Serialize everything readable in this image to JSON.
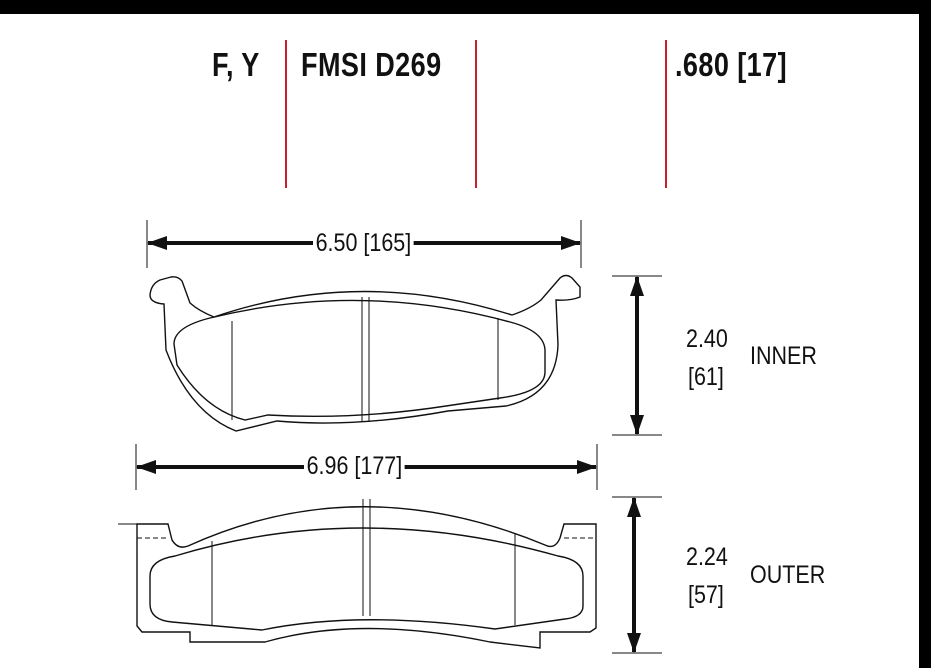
{
  "header": {
    "code": "F, Y",
    "fmsi": "FMSI D269",
    "thickness": ".680 [17]"
  },
  "inner_pad": {
    "width": "6.50 [165]",
    "height": "2.40",
    "height_mm": "[61]",
    "label": "INNER"
  },
  "outer_pad": {
    "width": "6.96 [177]",
    "height": "2.24",
    "height_mm": "[57]",
    "label": "OUTER"
  },
  "colors": {
    "divider": "#c8202a",
    "border": "#000000",
    "ink": "#111111"
  }
}
